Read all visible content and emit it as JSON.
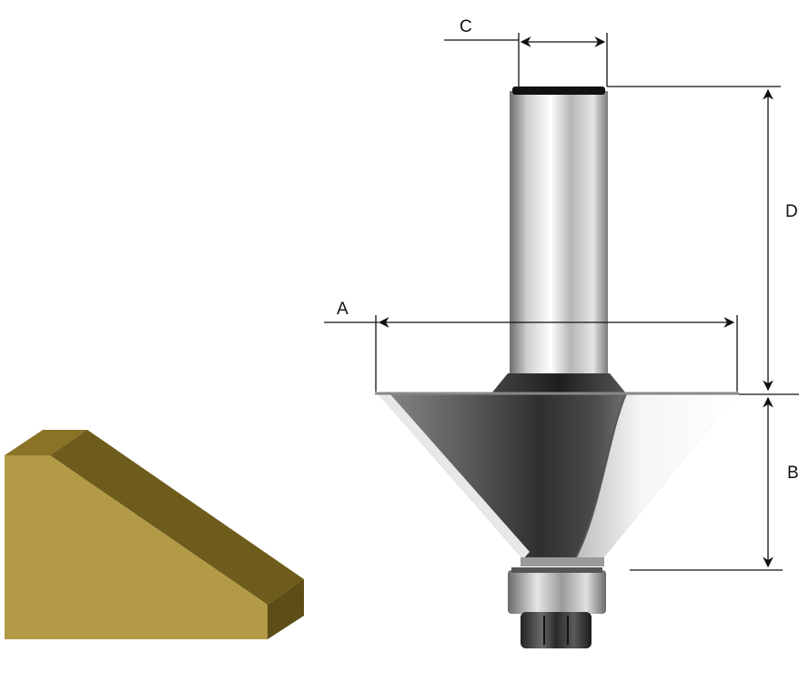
{
  "dimensions": {
    "A": "A",
    "B": "B",
    "C": "C",
    "D": "D"
  },
  "colors": {
    "workpiece_front": "#b39a47",
    "workpiece_top": "#8a7226",
    "workpiece_bevel": "#6e5c1c",
    "workpiece_side": "#5d4d17",
    "steel_light": "#f2f2f2",
    "steel_mid": "#a9a9a9",
    "steel_dark": "#3c3c3c",
    "dimension_line": "#111111"
  },
  "icons": {
    "workpiece": "beveled-edge-profile",
    "router_bit": "chamfer-router-bit-with-bearing"
  }
}
